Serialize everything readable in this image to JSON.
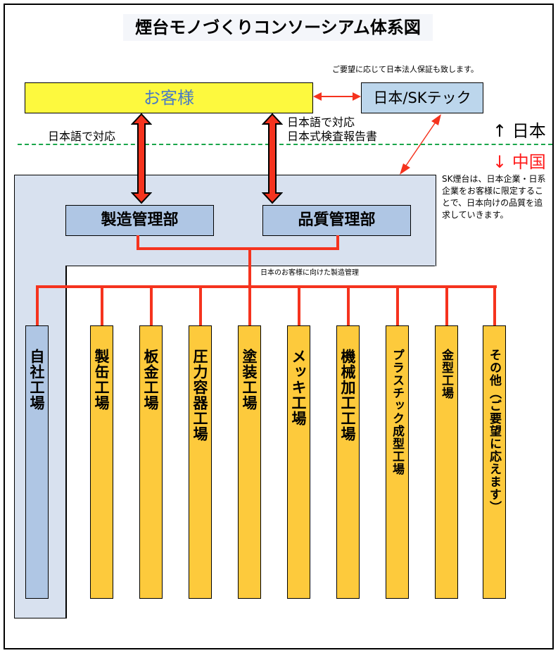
{
  "title": "煙台モノづくりコンソーシアム体系図",
  "guarantee_note": "ご要望に応じて日本法人保証も致します。",
  "customer": "お客様",
  "sk_japan": "日本/SKテック",
  "left_arrow_label": "日本語で対応",
  "right_arrow_label": [
    "日本語で対応",
    "日本式検査報告書"
  ],
  "region_japan": "↑ 日本",
  "region_china": "↓ 中国",
  "side_note": "SK煙台は、日本企業・日系企業をお客様に限定することで、日本向けの品質を追求していきます。",
  "departments": [
    "製造管理部",
    "品質管理部"
  ],
  "management_label": "日本のお客様に向けた製造管理",
  "factories": [
    "自社工場",
    "製缶工場",
    "板金工場",
    "圧力容器工場",
    "塗装工場",
    "メッキ工場",
    "機械加工工場",
    "プラスチック成型工場",
    "金型工場",
    "その他（ご要望に応えます）"
  ],
  "colors": {
    "customer": "#fdf93e",
    "customer_text": "#4a7bc4",
    "dept": "#afc6e4",
    "factory": "#fdca3c",
    "line": "#f5331e",
    "border_line": "#1aa64a",
    "china": "#ff1a1a"
  }
}
